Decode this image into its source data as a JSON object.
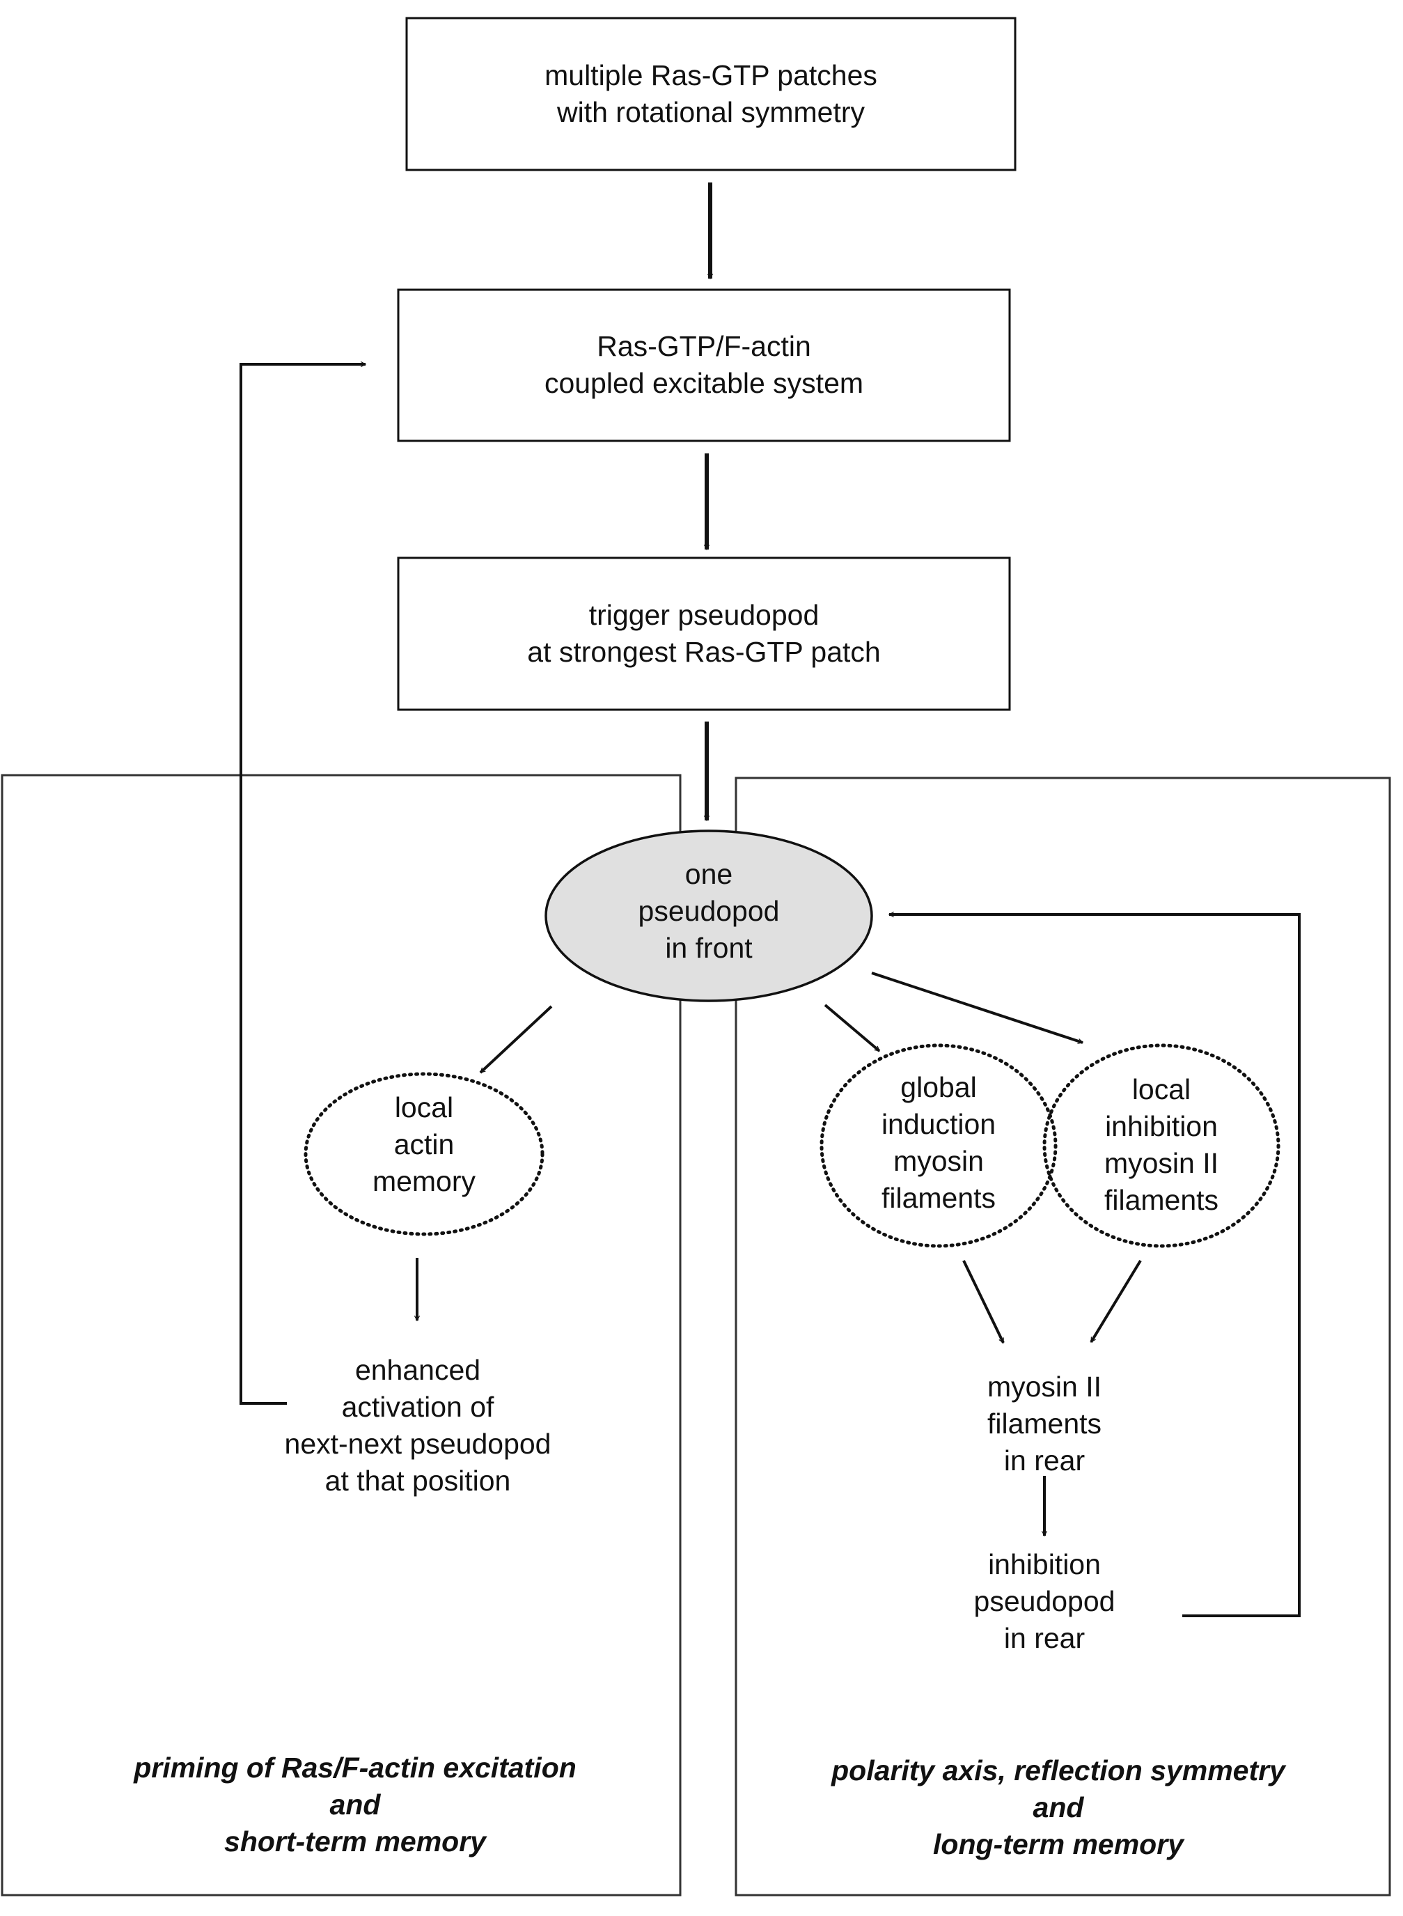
{
  "boxes": {
    "patches": "multiple Ras-GTP patches\nwith rotational symmetry",
    "excitable": "Ras-GTP/F-actin\ncoupled excitable system",
    "trigger": "trigger pseudopod\nat strongest Ras-GTP patch"
  },
  "nodes": {
    "front": "one\npseudopod\nin front",
    "actin_memory": "local\nactin\nmemory",
    "enhanced": "enhanced\nactivation of\nnext-next pseudopod\nat that position",
    "global_induction": "global\ninduction\nmyosin\nfilaments",
    "local_inhibition": "local\ninhibition\nmyosin II\nfilaments",
    "myosin_rear": "myosin II\nfilaments\nin rear",
    "inhibition_rear": "inhibition\npseudopod\nin rear"
  },
  "captions": {
    "left": "priming of Ras/F-actin excitation\nand\nshort-term memory",
    "right": "polarity axis, reflection symmetry\nand\nlong-term memory"
  },
  "colors": {
    "stroke": "#111111",
    "frame": "#333333",
    "ellipse_fill": "#e0e0e0"
  }
}
